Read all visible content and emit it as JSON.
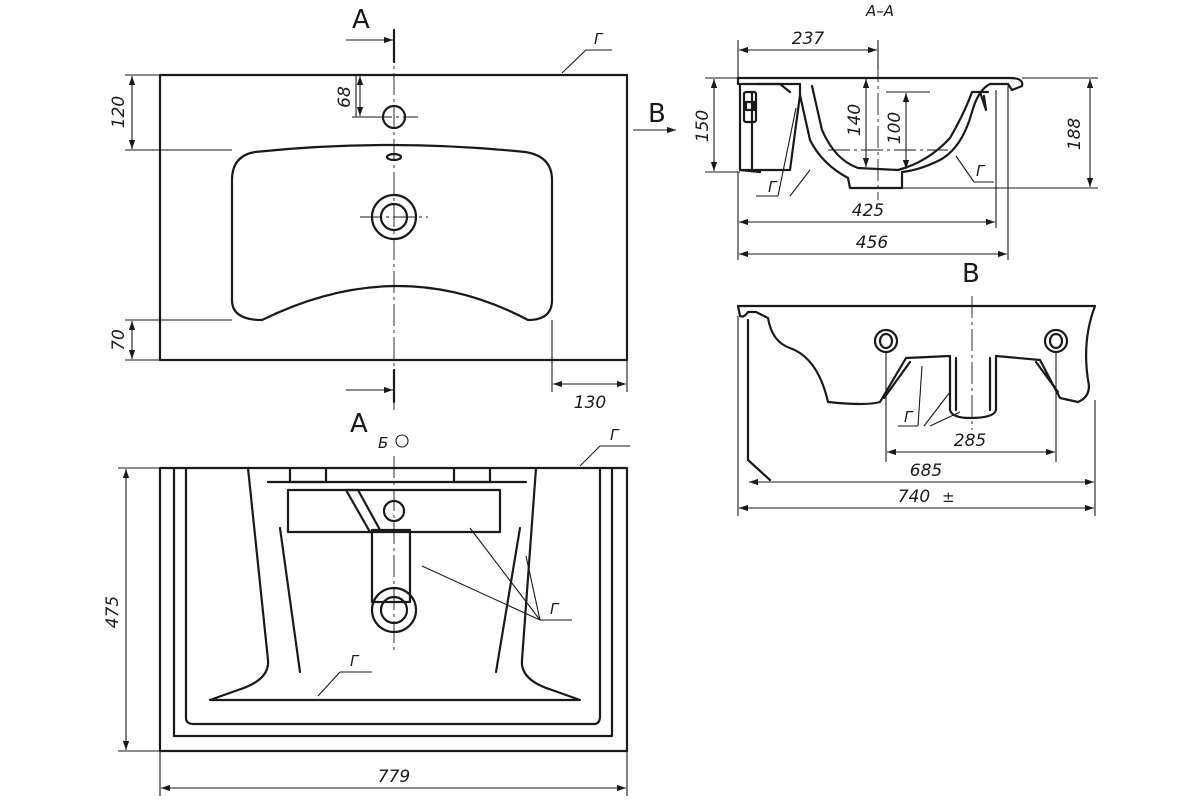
{
  "top_view": {
    "section_label_top": "А",
    "section_label_bottom": "А",
    "dim_120": "120",
    "dim_68": "68",
    "dim_70": "70",
    "dim_130": "130",
    "view_b_arrow_label": "В",
    "glaze_label": "Г"
  },
  "section_view": {
    "title": "А–А",
    "dim_237": "237",
    "dim_150": "150",
    "dim_140": "140",
    "dim_100": "100",
    "dim_188": "188",
    "dim_425": "425",
    "dim_456": "456",
    "glaze_label_left": "Г",
    "glaze_label_right": "Г"
  },
  "side_view": {
    "title": "В",
    "dim_285": "285",
    "dim_685": "685",
    "dim_740": "740",
    "tolerance_mark": "±",
    "glaze_label": "Г"
  },
  "bottom_view": {
    "title": "Б",
    "dim_475": "475",
    "dim_779": "779",
    "glaze_label_top": "Г",
    "glaze_label_right": "Г",
    "glaze_label_bottom": "Г"
  }
}
